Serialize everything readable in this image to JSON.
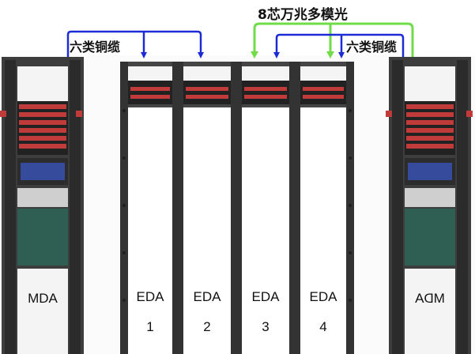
{
  "connections": [
    {
      "label": "六类铜缆",
      "color": "#1c2bd6"
    },
    {
      "label": "8芯万兆多模光",
      "color": "#6fdc48"
    },
    {
      "label": "六类铜缆",
      "color": "#1c2bd6"
    }
  ],
  "racks": [
    {
      "name": "MDA",
      "number": ""
    },
    {
      "name": "EDA",
      "number": "1"
    },
    {
      "name": "EDA",
      "number": "2"
    },
    {
      "name": "EDA",
      "number": "3"
    },
    {
      "name": "EDA",
      "number": "4"
    },
    {
      "name": "MDA",
      "number": "",
      "mirrored": true
    }
  ],
  "colors": {
    "frame": "#3a3a3a",
    "panel": "#2a2a2a",
    "copper": "#1c2bd6",
    "fiber": "#6fdc48",
    "port_red": "#c23b3b",
    "port_blue": "#3b55c2",
    "module_green": "#2f5f52"
  }
}
